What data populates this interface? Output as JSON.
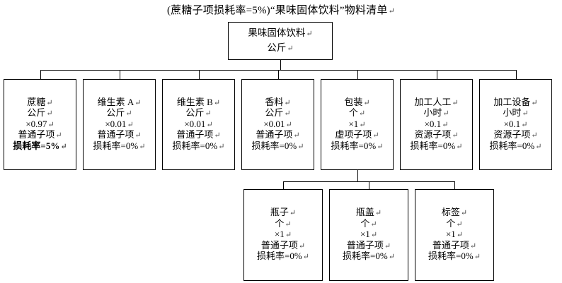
{
  "diagram": {
    "title": "(蔗糖子项损耗率=5%)“果味固体饮料”物料清单",
    "title_mark": "↵",
    "type": "bill-of-materials-tree",
    "root": {
      "name": "果味固体饮料",
      "unit": "公斤",
      "lines": [
        "果味固体饮料",
        "公斤"
      ]
    },
    "level1": [
      {
        "name": "蔗糖",
        "unit": "公斤",
        "qty": "×0.97",
        "kind": "普通子项",
        "loss": "损耗率=5%",
        "loss_bold": true,
        "lines": [
          "蔗糖",
          "公斤",
          "×0.97",
          "普通子项",
          "损耗率=5%"
        ]
      },
      {
        "name": "维生素 A",
        "unit": "公斤",
        "qty": "×0.01",
        "kind": "普通子项",
        "loss": "损耗率=0%",
        "loss_bold": false,
        "lines": [
          "维生素 A",
          "公斤",
          "×0.01",
          "普通子项",
          "损耗率=0%"
        ]
      },
      {
        "name": "维生素 B",
        "unit": "公斤",
        "qty": "×0.01",
        "kind": "普通子项",
        "loss": "损耗率=0%",
        "loss_bold": false,
        "lines": [
          "维生素 B",
          "公斤",
          "×0.01",
          "普通子项",
          "损耗率=0%"
        ]
      },
      {
        "name": "香料",
        "unit": "公斤",
        "qty": "×0.01",
        "kind": "普通子项",
        "loss": "损耗率=0%",
        "loss_bold": false,
        "lines": [
          "香料",
          "公斤",
          "×0.01",
          "普通子项",
          "损耗率=0%"
        ]
      },
      {
        "name": "包装",
        "unit": "个",
        "qty": "×1",
        "kind": "虚项子项",
        "loss": "损耗率=0%",
        "loss_bold": false,
        "lines": [
          "包装",
          "个",
          "×1",
          "虚项子项",
          "损耗率=0%"
        ]
      },
      {
        "name": "加工人工",
        "unit": "小时",
        "qty": "×0.1",
        "kind": "资源子项",
        "loss": "损耗率=0%",
        "loss_bold": false,
        "lines": [
          "加工人工",
          "小时",
          "×0.1",
          "资源子项",
          "损耗率=0%"
        ]
      },
      {
        "name": "加工设备",
        "unit": "小时",
        "qty": "×0.1",
        "kind": "资源子项",
        "loss": "损耗率=0%",
        "loss_bold": false,
        "lines": [
          "加工设备",
          "小时",
          "×0.1",
          "资源子项",
          "损耗率=0%"
        ]
      }
    ],
    "level2_parent": "包装",
    "level2": [
      {
        "name": "瓶子",
        "unit": "个",
        "qty": "×1",
        "kind": "普通子项",
        "loss": "损耗率=0%",
        "lines": [
          "瓶子",
          "个",
          "×1",
          "普通子项",
          "损耗率=0%"
        ]
      },
      {
        "name": "瓶盖",
        "unit": "个",
        "qty": "×1",
        "kind": "普通子项",
        "loss": "损耗率=0%",
        "lines": [
          "瓶盖",
          "个",
          "×1",
          "普通子项",
          "损耗率=0%"
        ]
      },
      {
        "name": "标签",
        "unit": "个",
        "qty": "×1",
        "kind": "普通子项",
        "loss": "损耗率=0%",
        "lines": [
          "标签",
          "个",
          "×1",
          "普通子项",
          "损耗率=0%"
        ]
      }
    ],
    "mark": "↵",
    "colors": {
      "border": "#000000",
      "text": "#000000",
      "background": "#ffffff",
      "mark": "#4a4a4a"
    }
  }
}
